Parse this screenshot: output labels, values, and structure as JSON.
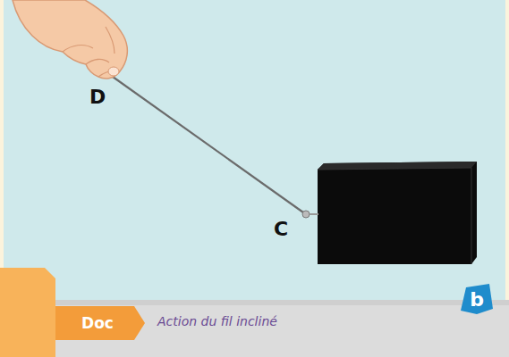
{
  "diagram": {
    "caption": "Action du fil incliné",
    "nodes": [
      {
        "text": [
          "Doc"
        ]
      },
      {
        "text": [
          "b"
        ]
      }
    ],
    "labels": [
      "D",
      "C"
    ]
  }
}
